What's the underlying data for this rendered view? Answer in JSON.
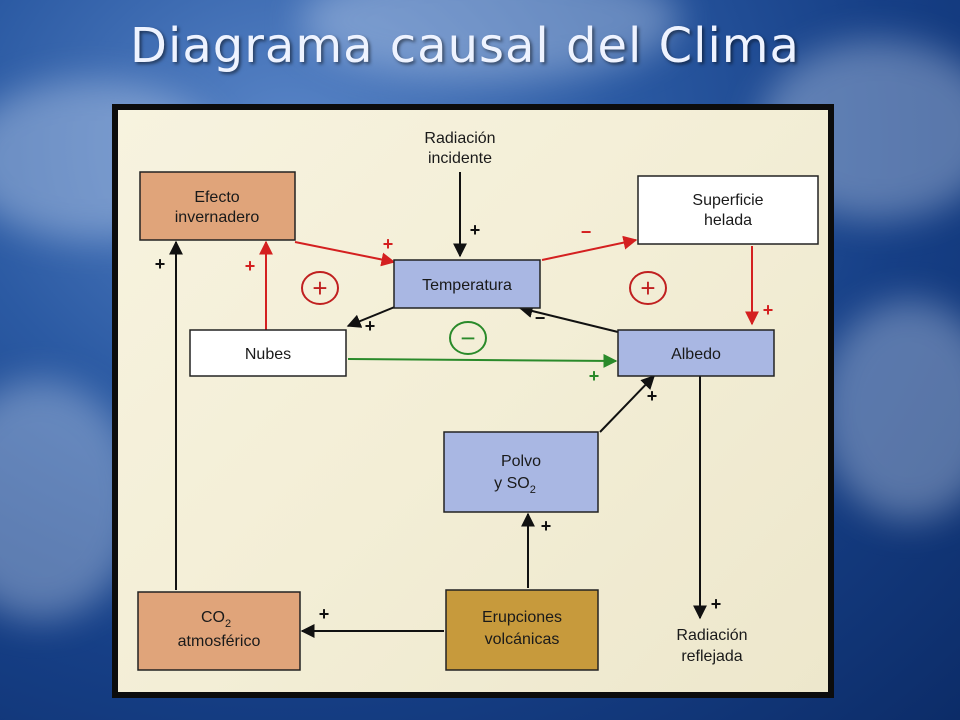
{
  "title": "Diagrama causal del Clima",
  "colors": {
    "orange_box": "#e0a47a",
    "gold_box": "#c79a3c",
    "blue_box": "#a9b7e3",
    "white_box": "#ffffff",
    "red_arrow": "#d42020",
    "green_arrow": "#2a8a2a",
    "black_arrow": "#111111"
  },
  "nodes": {
    "radiacion_incidente": [
      "Radiación",
      "incidente"
    ],
    "efecto_invernadero": [
      "Efecto",
      "invernadero"
    ],
    "superficie_helada": [
      "Superficie",
      "helada"
    ],
    "temperatura": [
      "Temperatura"
    ],
    "nubes": [
      "Nubes"
    ],
    "albedo": [
      "Albedo"
    ],
    "polvo_so2": [
      "Polvo",
      "y SO",
      "2"
    ],
    "co2_atmosferico": [
      "CO",
      "2",
      "atmosférico"
    ],
    "erupciones_volcanicas": [
      "Erupciones",
      "volcánicas"
    ],
    "radiacion_reflejada": [
      "Radiación",
      "reflejada"
    ]
  },
  "signs": {
    "plus": "+",
    "minus": "−"
  },
  "loops": {
    "left_positive": "+",
    "center_negative": "−",
    "right_positive": "+"
  }
}
